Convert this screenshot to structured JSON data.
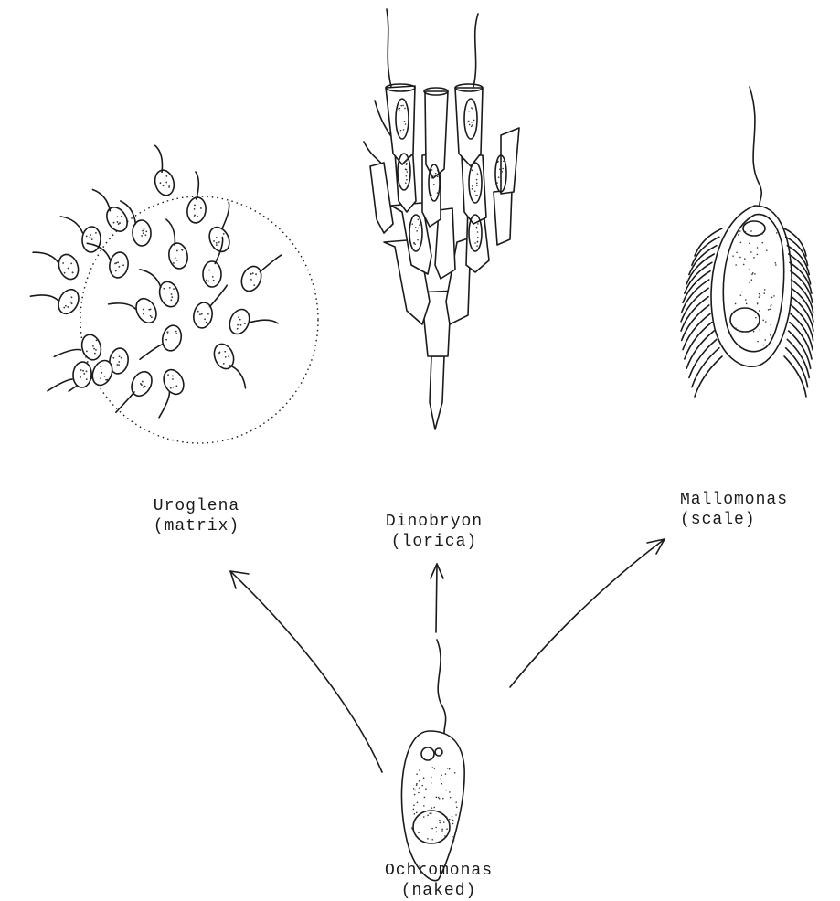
{
  "organisms": {
    "uroglena": {
      "name": "Uroglena",
      "type": "(matrix)"
    },
    "dinobryon": {
      "name": "Dinobryon",
      "type": "(lorica)"
    },
    "mallomonas": {
      "name": "Mallomonas",
      "type": "(scale)"
    },
    "ochromonas": {
      "name": "Ochromonas",
      "type": "(naked)"
    }
  },
  "colors": {
    "ink": "#1a1a1a",
    "background": "#ffffff"
  }
}
